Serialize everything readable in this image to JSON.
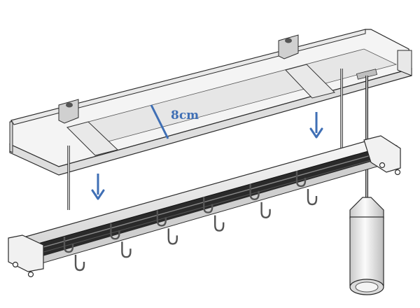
{
  "dimension": {
    "label": "8cm",
    "color": "#3f6fb5"
  },
  "arrows": {
    "count": 2,
    "direction": "down",
    "color": "#3f6fb5"
  },
  "hook_pairs": 6,
  "colors": {
    "metal_light": "#f3f3f3",
    "metal_mid": "#dcdcdc",
    "metal_shadow": "#b9b9b9",
    "outline": "#2b2b2b",
    "dark_track": "#2a2a2a",
    "hook": "#555555"
  }
}
